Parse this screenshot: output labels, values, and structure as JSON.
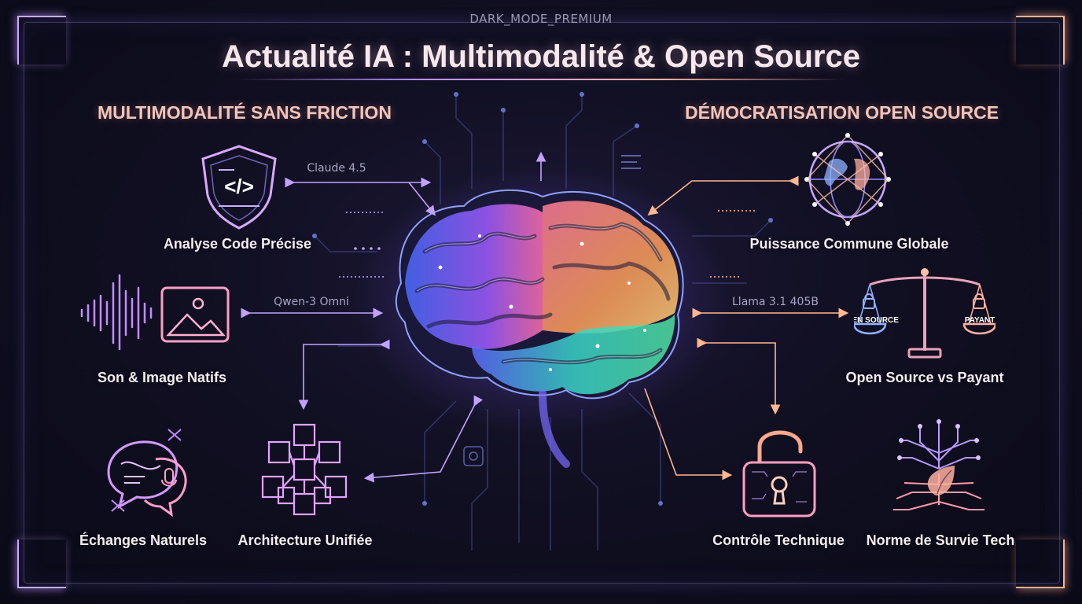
{
  "header": {
    "tag": "DARK_MODE_PREMIUM",
    "title": "Actualité IA : Multimodalité & Open Source"
  },
  "sections": {
    "left_title": "MULTIMODALITÉ SANS FRICTION",
    "right_title": "DÉMOCRATISATION OPEN SOURCE"
  },
  "models": {
    "claude": "Claude 4.5",
    "qwen": "Qwen-3 Omni",
    "llama": "Llama 3.1 405B"
  },
  "items": {
    "code": "Analyse Code Précise",
    "audio_image": "Son & Image Natifs",
    "exchanges": "Échanges Naturels",
    "architecture": "Architecture Unifiée",
    "global": "Puissance Commune Globale",
    "open_vs_paid": "Open Source vs Payant",
    "control": "Contrôle Technique",
    "survival": "Norme de Survie Tech"
  },
  "scale": {
    "left_pan": "OPEN SOURCE",
    "right_pan": "PAYANT"
  },
  "colors": {
    "accent_purple": "#b98cff",
    "accent_orange": "#ffa27a",
    "accent_teal": "#4fe0d0",
    "background": "#0d0c1c"
  }
}
